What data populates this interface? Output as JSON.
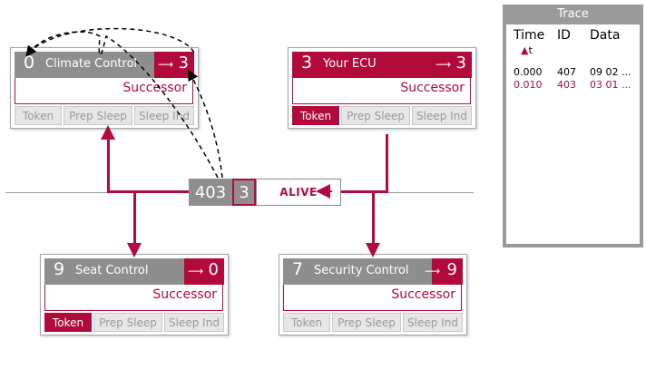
{
  "colors": {
    "accent": "#b20a3b",
    "inactive": "#8e8e8e",
    "state_bg": "#e6e6e6"
  },
  "ecus": [
    {
      "id": "climate",
      "node": "0",
      "name": "Climate Control",
      "successor": "3",
      "successor_label": "Successor",
      "arrow_icon": "right-arrow",
      "active_state": "none",
      "states": [
        "Token",
        "Prep Sleep",
        "Sleep Ind"
      ]
    },
    {
      "id": "your",
      "node": "3",
      "name": "Your ECU",
      "successor": "3",
      "successor_label": "Successor",
      "arrow_icon": "right-arrow",
      "active_state": "Token",
      "states": [
        "Token",
        "Prep Sleep",
        "Sleep Ind"
      ]
    },
    {
      "id": "seat",
      "node": "9",
      "name": "Seat Control",
      "successor": "0",
      "successor_label": "Successor",
      "arrow_icon": "right-arrow",
      "active_state": "Token",
      "states": [
        "Token",
        "Prep Sleep",
        "Sleep Ind"
      ]
    },
    {
      "id": "security",
      "node": "7",
      "name": "Security Control",
      "successor": "9",
      "successor_label": "Successor",
      "arrow_icon": "right-arrow",
      "active_state": "none",
      "states": [
        "Token",
        "Prep Sleep",
        "Sleep Ind"
      ]
    }
  ],
  "bus_message": {
    "can_id": "403",
    "source": "3",
    "opcode": "ALIVE"
  },
  "trace": {
    "title": "Trace",
    "columns": [
      "Time",
      "ID",
      "Data"
    ],
    "sort_indicator": "t",
    "sort_icon": "triangle-up-icon",
    "rows": [
      {
        "time": "0.000",
        "id": "407",
        "data": "09 02 ...",
        "highlight": false
      },
      {
        "time": "0.010",
        "id": "403",
        "data": "03 01 ...",
        "highlight": true
      }
    ]
  }
}
